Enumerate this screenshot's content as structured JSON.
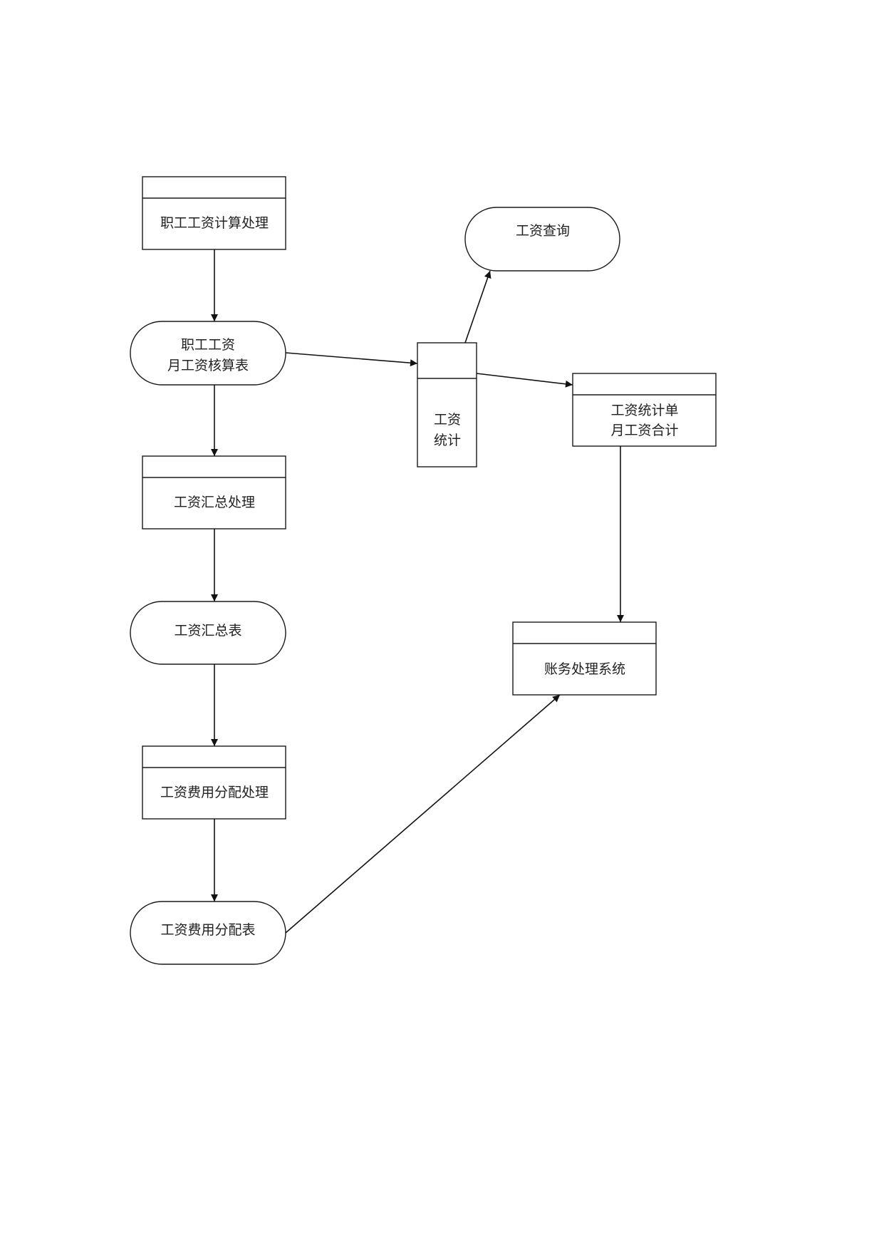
{
  "nodes": {
    "payroll_calc": {
      "lines": [
        "职工工资计算处理"
      ]
    },
    "monthly_payroll_sheet": {
      "lines": [
        "职工工资",
        "月工资核算表"
      ]
    },
    "summary_process": {
      "lines": [
        "工资汇总处理"
      ]
    },
    "summary_sheet": {
      "lines": [
        "工资汇总表"
      ]
    },
    "allocation_process": {
      "lines": [
        "工资费用分配处理"
      ]
    },
    "allocation_sheet": {
      "lines": [
        "工资费用分配表"
      ]
    },
    "salary_stats": {
      "lines": [
        "工资",
        "统计"
      ]
    },
    "salary_query": {
      "lines": [
        "工资查询"
      ]
    },
    "stats_sheet": {
      "lines": [
        "工资统计单",
        "月工资合计"
      ]
    },
    "accounting_system": {
      "lines": [
        "账务处理系统"
      ]
    }
  }
}
